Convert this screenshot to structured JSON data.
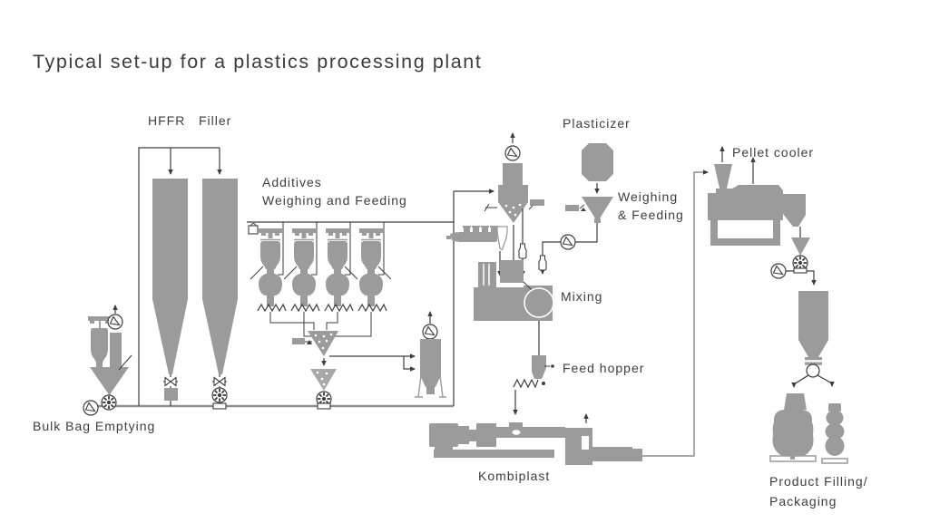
{
  "title": "Typical set-up for a plastics processing plant",
  "colors": {
    "equipment_gray": "#9b9b9b",
    "line_dark": "#3d3d3d",
    "conveying_gray": "#8f8f8f",
    "text": "#3d3d3d",
    "background": "#ffffff"
  },
  "labels": {
    "hffr": "HFFR",
    "filler": "Filler",
    "additives_1": "Additives",
    "additives_2": "Weighing and Feeding",
    "plasticizer": "Plasticizer",
    "plasticizer_weighing_1": "Weighing",
    "plasticizer_weighing_2": "& Feeding",
    "pellet_cooler": "Pellet cooler",
    "mixing": "Mixing",
    "feed_hopper": "Feed hopper",
    "kombiplast": "Kombiplast",
    "bulk_bag_emptying": "Bulk Bag Emptying",
    "product_filling_1": "Product Filling/",
    "product_filling_2": "Packaging"
  }
}
